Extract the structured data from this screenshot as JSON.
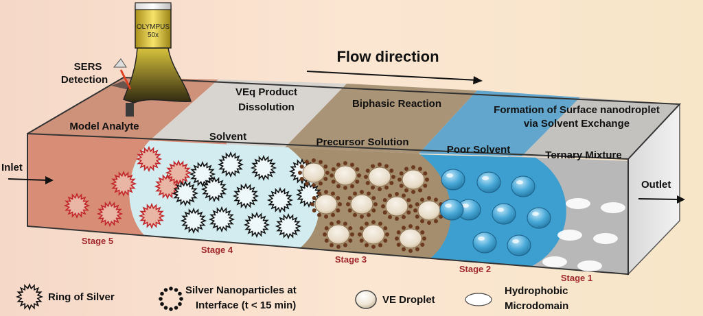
{
  "microscope": {
    "brand": "OLYMPUS",
    "magnification": "50x"
  },
  "detection": {
    "line1": "SERS",
    "line2": "Detection"
  },
  "flow": {
    "label": "Flow direction"
  },
  "ports": {
    "inlet": "Inlet",
    "outlet": "Outlet"
  },
  "top_labels": {
    "vq_line1": "VEq Product",
    "vq_line2": "Dissolution",
    "biphasic": "Biphasic Reaction",
    "formation_line1": "Formation of Surface nanodroplet",
    "formation_line2": "via Solvent Exchange"
  },
  "fluids": {
    "model_analyte": "Model Analyte",
    "solvent": "Solvent",
    "precursor": "Precursor Solution",
    "poor_solvent": "Poor Solvent",
    "ternary": "Ternary Mixture"
  },
  "stages": {
    "s5": "Stage 5",
    "s4": "Stage 4",
    "s3": "Stage 3",
    "s2": "Stage 2",
    "s1": "Stage 1"
  },
  "legend": {
    "ring": "Ring of Silver",
    "np_line1": "Silver Nanoparticles at",
    "np_line2": "Interface (t < 15 min)",
    "ve": "VE Droplet",
    "hydro_line1": "Hydrophobic",
    "hydro_line2": "Microdomain"
  },
  "colors": {
    "stage_label": "#a0262a",
    "ring_red": "#c0262a",
    "np_brown": "#6b3a1e",
    "zone_analyte": "#d48a72",
    "zone_solvent": "#cfeaf0",
    "zone_precursor": "#a89272",
    "zone_poor": "#2f95c8",
    "zone_ternary": "#b9b9b9"
  }
}
